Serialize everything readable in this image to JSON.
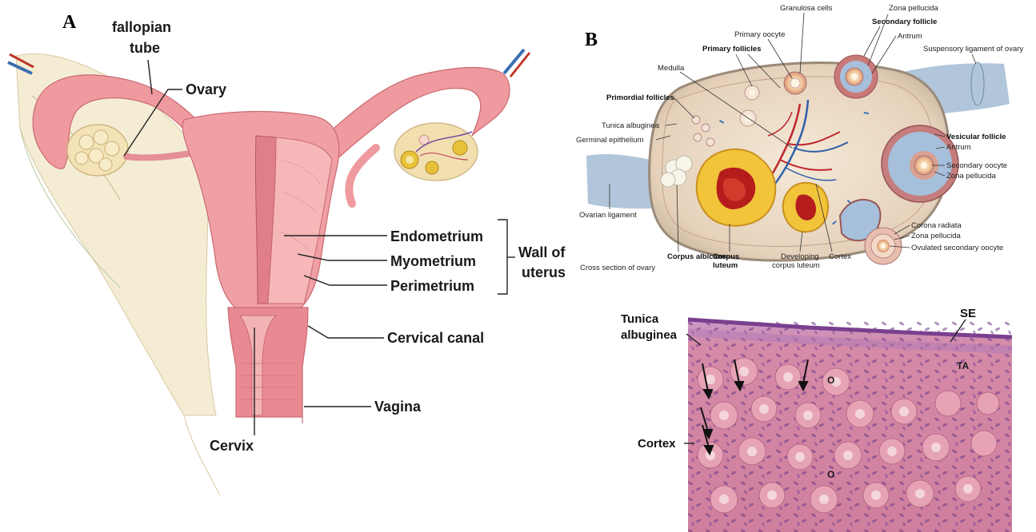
{
  "panels": {
    "a": "A",
    "b": "B"
  },
  "uterus_labels": {
    "fallopian_tube_1": "fallopian",
    "fallopian_tube_2": "tube",
    "ovary": "Ovary",
    "endometrium": "Endometrium",
    "myometrium": "Myometrium",
    "perimetrium": "Perimetrium",
    "wall_1": "Wall of",
    "wall_2": "uterus",
    "cervical_canal": "Cervical canal",
    "vagina": "Vagina",
    "cervix": "Cervix"
  },
  "ovary_labels": {
    "granulosa_cells": "Granulosa cells",
    "zona_pellucida_top": "Zona pellucida",
    "primary_oocyte": "Primary oocyte",
    "secondary_follicle": "Secondary follicle",
    "antrum_top": "Antrum",
    "primary_follicles": "Primary follicles",
    "suspensory_ligament": "Suspensory ligament of ovary",
    "medulla": "Medulla",
    "primordial_follicles": "Primordial follicles",
    "tunica_albuginea": "Tunica albuginea",
    "germinal_epithelium": "Germinal epithelium",
    "vesicular_follicle": "Vesicular follicle",
    "antrum_right": "Antrum",
    "secondary_oocyte": "Secondary oocyte",
    "zona_pellucida_right": "Zona pellucida",
    "ovarian_ligament": "Ovarian ligament",
    "corona_radiata": "Corona radiata",
    "zona_pellucida_bottom": "Zona pellucida",
    "ovulated_secondary_oocyte": "Ovulated secondary oocyte",
    "corpus_albicans": "Corpus albicans",
    "corpus_luteum_1": "Corpus",
    "corpus_luteum_2": "luteum",
    "developing_1": "Developing",
    "developing_2": "corpus luteum",
    "cortex": "Cortex",
    "cross_section": "Cross section of ovary"
  },
  "histology_labels": {
    "tunica_1": "Tunica",
    "tunica_2": "albuginea",
    "se": "SE",
    "ta": "TA",
    "o1": "O",
    "o2": "O",
    "cortex": "Cortex"
  },
  "colors": {
    "uterus": "#f0a0a4",
    "uterus_dark": "#d86a74",
    "ligament": "#f3ecd2",
    "ovary_body": "#e9d9c4",
    "stroma_bg": "#e7cfd8",
    "histology_pink": "#d9849e",
    "histology_purple": "#7a3f8e"
  }
}
